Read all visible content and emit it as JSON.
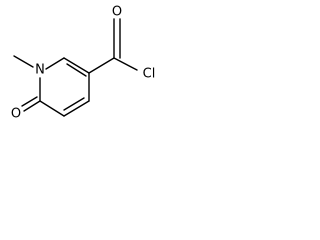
{
  "molecule": {
    "atoms": {
      "n1": "N",
      "o_ketone": "O",
      "o_acyl": "O",
      "cl": "Cl"
    }
  },
  "colors": {
    "background": "#ffffff",
    "bond": "#000000",
    "label": "#000000"
  }
}
